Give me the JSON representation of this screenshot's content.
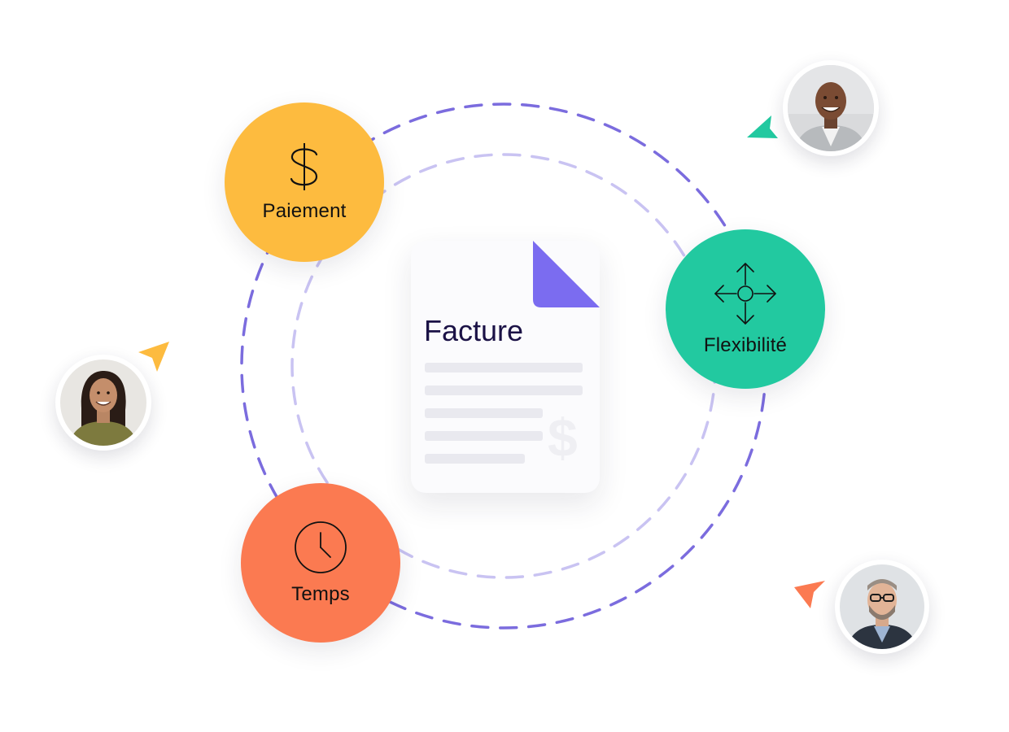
{
  "invoice": {
    "title": "Facture",
    "fold_color": "#7b6cf0",
    "watermark_symbol": "$"
  },
  "nodes": [
    {
      "id": "paiement",
      "label": "Paiement",
      "color": "#fdbb3f",
      "icon": "dollar-icon"
    },
    {
      "id": "flexibilite",
      "label": "Flexibilité",
      "color": "#22c9a0",
      "icon": "move-arrows-icon"
    },
    {
      "id": "temps",
      "label": "Temps",
      "color": "#fb7a51",
      "icon": "clock-icon"
    }
  ],
  "pointers": [
    {
      "id": "pointer-teal",
      "color": "#22c9a0"
    },
    {
      "id": "pointer-yellow",
      "color": "#fdbb3f"
    },
    {
      "id": "pointer-orange",
      "color": "#fb7a51"
    }
  ],
  "rings": {
    "outer_color": "#7b6cde",
    "inner_color": "#c9c3f2"
  },
  "avatars": [
    {
      "id": "avatar-top-right",
      "name": "person-photo"
    },
    {
      "id": "avatar-left",
      "name": "person-photo"
    },
    {
      "id": "avatar-bottom-right",
      "name": "person-photo"
    }
  ]
}
